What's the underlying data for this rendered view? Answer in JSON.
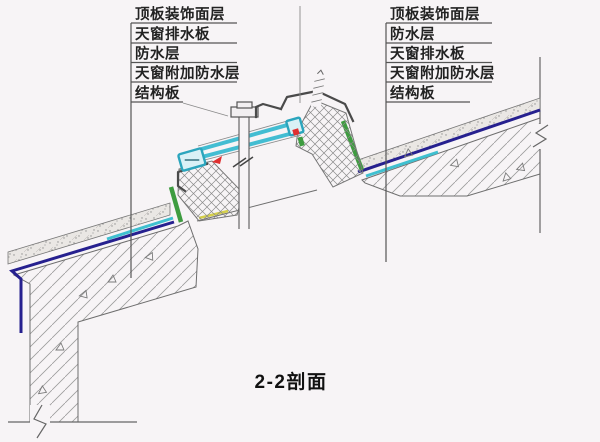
{
  "caption": "2-2剖面",
  "left_callout": {
    "items": [
      "顶板装饰面层",
      "天窗排水板",
      "防水层",
      "天窗附加防水层",
      "结构板"
    ]
  },
  "right_callout": {
    "items": [
      "顶板装饰面层",
      "防水层",
      "天窗排水板",
      "天窗附加防水层",
      "结构板"
    ]
  },
  "legend_colors": {
    "background": "#f7f4f6",
    "line": "#6e6e6e",
    "waterproof_layer": "#26208f",
    "drainage_board": "#3fc0d0",
    "glass": "#43bdd2",
    "additional_waterproof": "#3e9c40",
    "sealant": "#d4cf4a",
    "gasket": "#e03030"
  }
}
